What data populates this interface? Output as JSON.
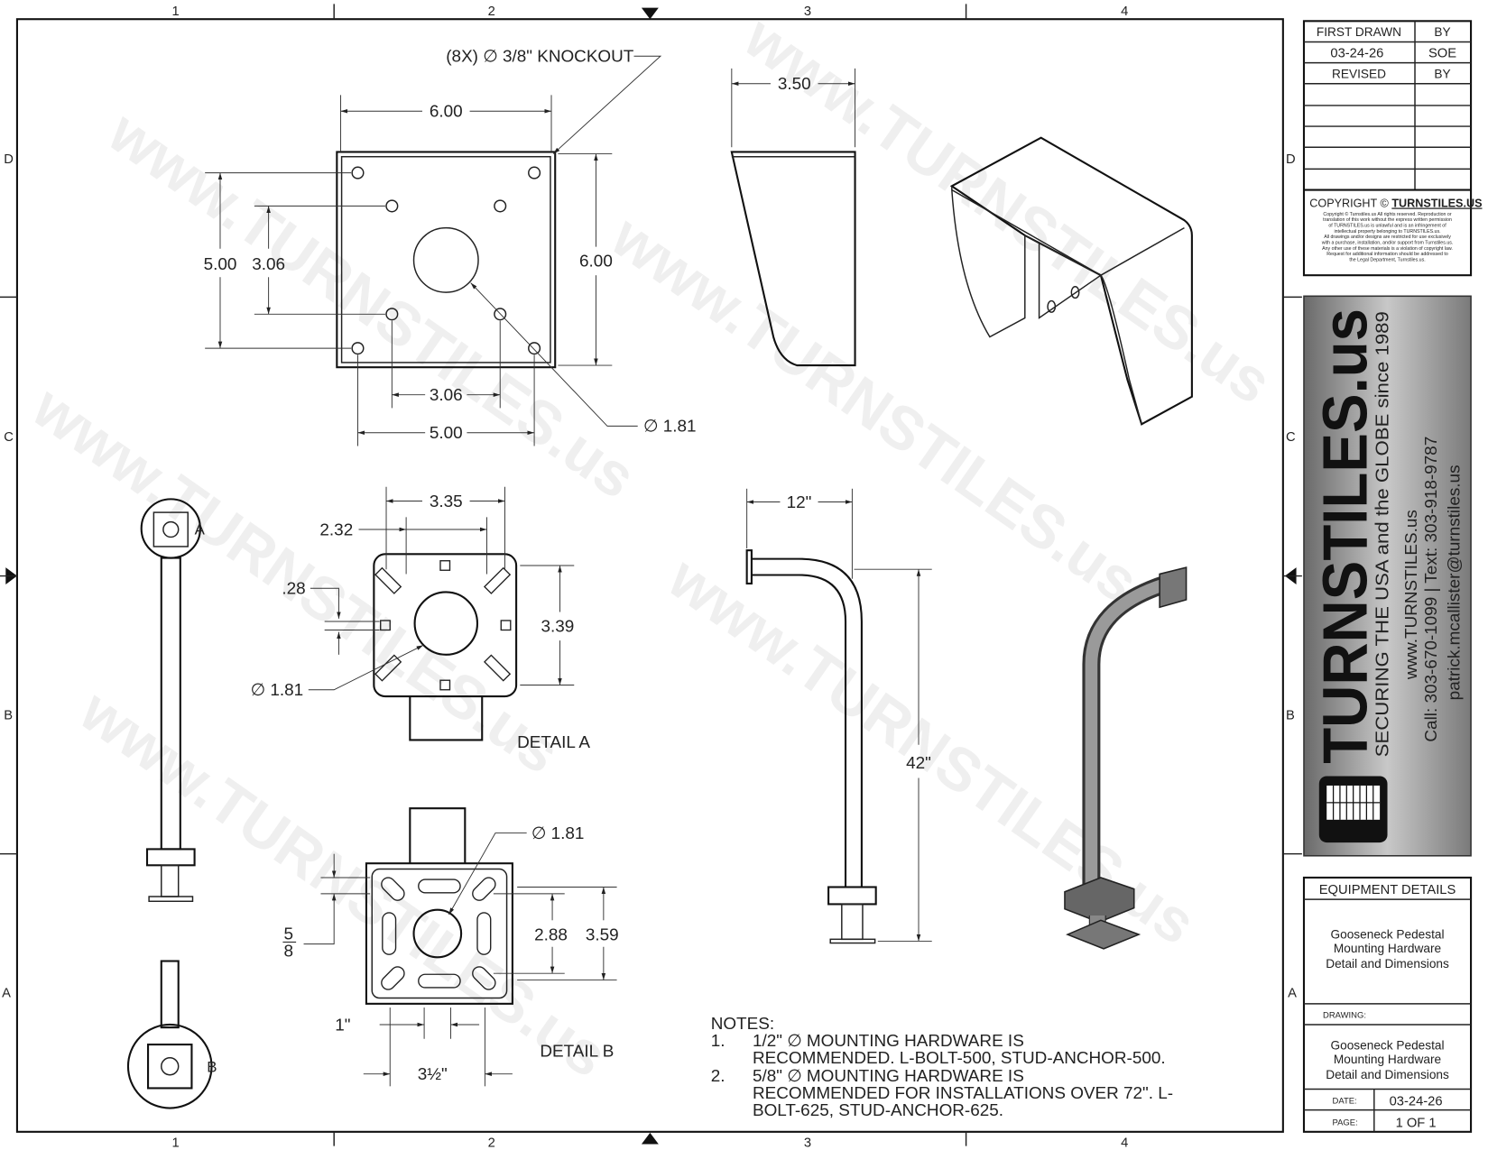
{
  "zones": {
    "cols": [
      "1",
      "2",
      "3",
      "4"
    ],
    "rows": [
      "D",
      "C",
      "B",
      "A"
    ]
  },
  "watermark": "www.TURNSTILES.us",
  "views": {
    "top_plate": {
      "knockout": "(8X) ∅ 3/8\" KNOCKOUT",
      "w": "6.00",
      "h": "6.00",
      "v1": "5.00",
      "v2": "3.06",
      "b1": "3.06",
      "b2": "5.00",
      "dia": "∅ 1.81"
    },
    "hood": {
      "depth": "3.50"
    },
    "detail_a": {
      "title": "DETAIL A",
      "w": "3.35",
      "slot": "2.32",
      "gap": ".28",
      "h": "3.39",
      "dia": "∅ 1.81"
    },
    "detail_b": {
      "title": "DETAIL B",
      "dia": "∅ 1.81",
      "h1": "2.88",
      "h2": "3.59",
      "t_num": "5",
      "t_den": "8",
      "gap": "1\"",
      "w": "3½\""
    },
    "gooseneck": {
      "reach": "12\"",
      "height": "42\""
    },
    "callouts": {
      "a": "A",
      "b": "B"
    }
  },
  "notes": {
    "title": "NOTES:",
    "items": [
      {
        "num": "1.",
        "lines": [
          "1/2\" ∅ MOUNTING HARDWARE IS",
          "RECOMMENDED. L-BOLT-500, STUD-ANCHOR-500."
        ]
      },
      {
        "num": "2.",
        "lines": [
          "5/8\" ∅ MOUNTING HARDWARE IS",
          "RECOMMENDED FOR INSTALLATIONS OVER 72\". L-",
          "BOLT-625, STUD-ANCHOR-625."
        ]
      }
    ]
  },
  "title_block": {
    "first_drawn_label": "FIRST DRAWN",
    "by_label": "BY",
    "first_drawn": "03-24-26",
    "first_by": "SOE",
    "revised_label": "REVISED",
    "revised_by_label": "BY",
    "copyright_title": "COPYRIGHT © ",
    "copyright_brand": "TURNSTILES.US",
    "copyright_text": [
      "Copyright © Turnstiles.us All rights reserved. Reproduction or",
      "translation of this work without the express written permission",
      "of TURNSTILES.us is unlawful and is an infringement of",
      "intellectual property belonging to TURNSTILES.us.",
      "All drawings and/or designs are restricted for use exclusively",
      "with a purchase, installation, and/or support from Turnstiles.us.",
      "Any other use of these materials is a violation of copyright law.",
      "Request for additional information should be addressed to",
      "the Legal Department, Turnstiles.us."
    ],
    "logo": {
      "brand": "TURNSTILES.us",
      "tagline": "SECURING THE USA and the GLOBE since 1989",
      "web": "www.TURNSTILES.us",
      "phone": "Call: 303-670-1099  |  Text: 303-918-9787",
      "email": "patrick.mcallister@turnstiles.us"
    },
    "equipment_label": "EQUIPMENT DETAILS",
    "equipment": [
      "Gooseneck Pedestal",
      "Mounting Hardware",
      "Detail and Dimensions"
    ],
    "drawing_label": "DRAWING:",
    "drawing": [
      "Gooseneck Pedestal",
      "Mounting Hardware",
      "Detail and Dimensions"
    ],
    "date_label": "DATE:",
    "date": "03-24-26",
    "page_label": "PAGE:",
    "page": "1 OF  1"
  }
}
